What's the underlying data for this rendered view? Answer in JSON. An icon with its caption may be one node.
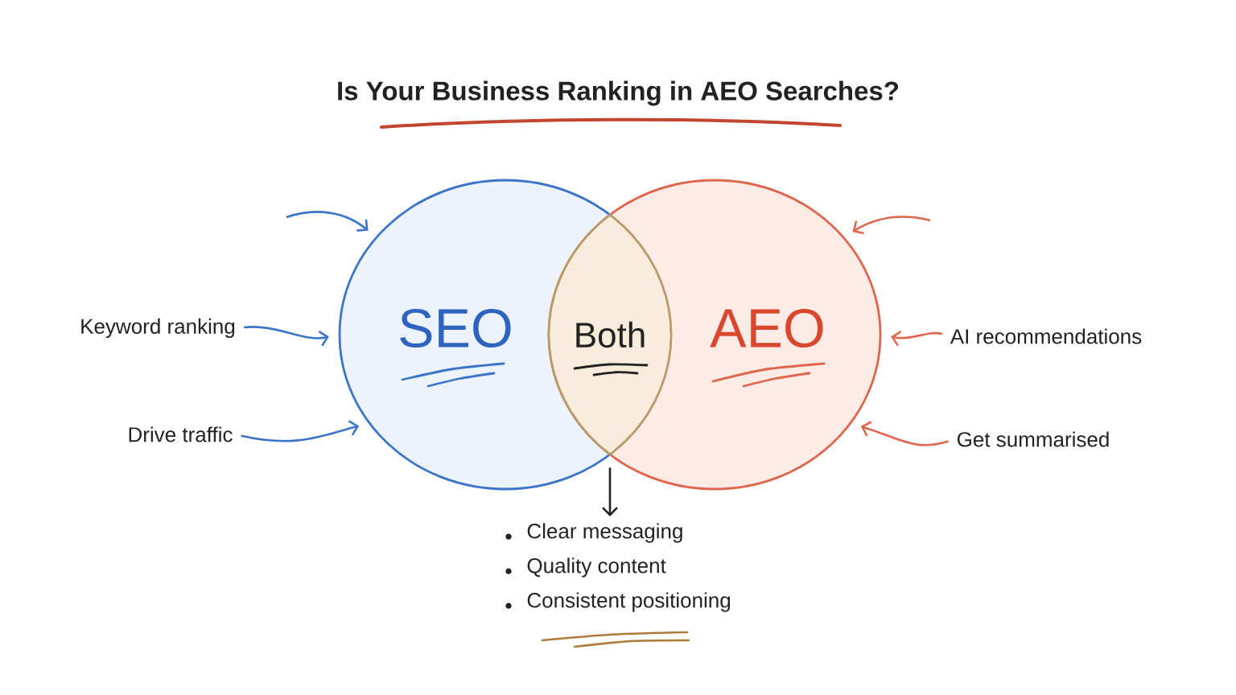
{
  "diagram": {
    "title": "Is Your Business Ranking in AEO Searches?",
    "nodes": [
      {
        "text": [
          "Keyword ranking"
        ]
      },
      {
        "text": [
          "Drive traffic"
        ]
      },
      {
        "text": [
          "SEO"
        ]
      },
      {
        "text": [
          "Both"
        ]
      },
      {
        "text": [
          "AEO"
        ]
      },
      {
        "text": [
          "AI recommendations"
        ]
      },
      {
        "text": [
          "Get summarised"
        ]
      },
      {
        "text": [
          "Clear messaging",
          "Quality content",
          "Consistent positioning"
        ]
      }
    ],
    "edges": [
      {
        "from": null,
        "to": 2,
        "arrow": "to",
        "color": "#3b74c8"
      },
      {
        "from": 0,
        "to": 2,
        "arrow": "to",
        "color": "#3b74c8"
      },
      {
        "from": 1,
        "to": 2,
        "arrow": "to",
        "color": "#3b74c8"
      },
      {
        "from": null,
        "to": 4,
        "arrow": "to",
        "color": "#e0654c"
      },
      {
        "from": 5,
        "to": 4,
        "arrow": "to",
        "color": "#e0654c"
      },
      {
        "from": 6,
        "to": 4,
        "arrow": "to",
        "color": "#e0654c"
      },
      {
        "from": 3,
        "to": 7,
        "arrow": "to",
        "color": "#222222"
      }
    ]
  }
}
